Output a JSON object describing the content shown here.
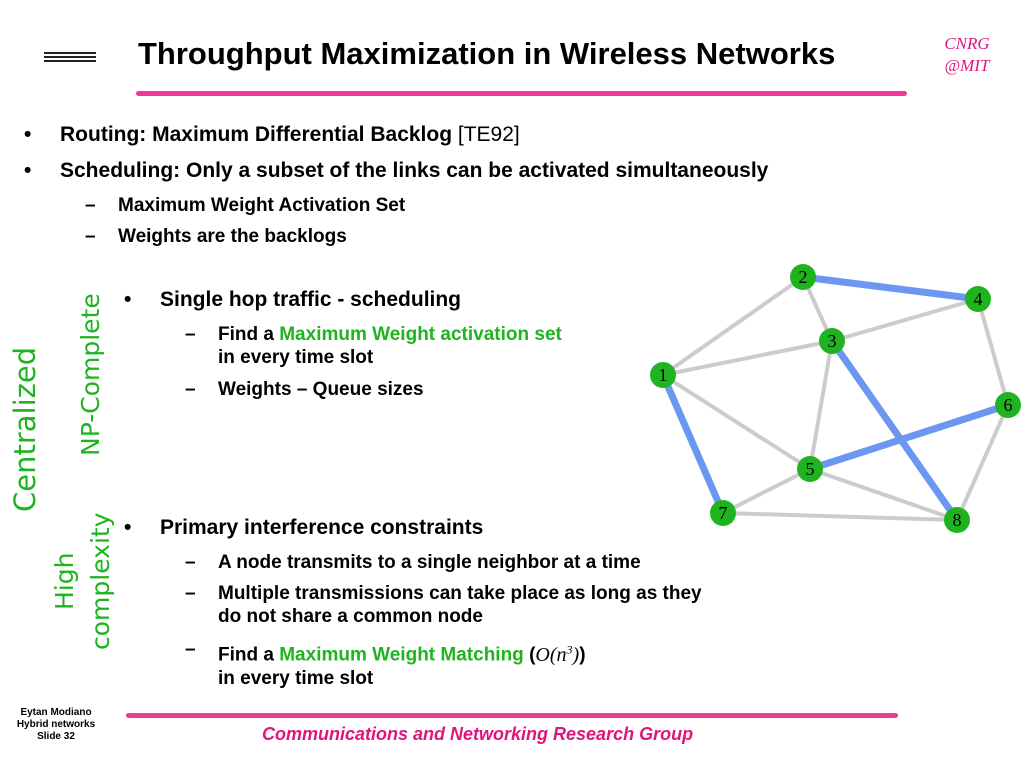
{
  "header": {
    "title": "Throughput Maximization in Wireless Networks",
    "org_line1": "CNRG",
    "org_line2": "@MIT"
  },
  "top_bullets": {
    "routing_label": "Routing:  Maximum Differential Backlog",
    "routing_ref": "[TE92]",
    "scheduling": "Scheduling: Only a subset of the links can be activated simultaneously",
    "sub1": "Maximum Weight Activation Set",
    "sub2": "Weights are the backlogs"
  },
  "side_labels": {
    "centralized": "Centralized",
    "np_complete": "NP-Complete",
    "high": "High",
    "complexity": "complexity"
  },
  "section1": {
    "heading": "Single hop traffic - scheduling",
    "find_prefix": "Find a",
    "find_green": "Maximum Weight activation set",
    "find_suffix": "in every time slot",
    "weights": "Weights – Queue sizes"
  },
  "section2": {
    "heading": "Primary interference constraints",
    "item1": "A node transmits to a single neighbor at a time",
    "item2_line1": "Multiple transmissions can take place as long as they",
    "item2_line2": "do not share a common node",
    "find_prefix": "Find a",
    "find_green": "Maximum Weight Matching",
    "complexity_O": "O",
    "complexity_n": "n",
    "complexity_exp": "3",
    "find_suffix": "in every time slot"
  },
  "graph": {
    "nodes": [
      "1",
      "2",
      "3",
      "4",
      "5",
      "6",
      "7",
      "8"
    ],
    "active_edges": [
      [
        "2",
        "4"
      ],
      [
        "1",
        "7"
      ],
      [
        "3",
        "8"
      ],
      [
        "5",
        "6"
      ]
    ],
    "inactive_edges": [
      [
        "1",
        "2"
      ],
      [
        "1",
        "3"
      ],
      [
        "1",
        "5"
      ],
      [
        "2",
        "3"
      ],
      [
        "3",
        "4"
      ],
      [
        "4",
        "6"
      ],
      [
        "3",
        "5"
      ],
      [
        "5",
        "8"
      ],
      [
        "7",
        "8"
      ],
      [
        "6",
        "8"
      ],
      [
        "5",
        "7"
      ]
    ],
    "colors": {
      "node_fill": "#1fb41f",
      "active_edge": "#6b97f0",
      "inactive_edge": "#cccccc"
    }
  },
  "footer": {
    "author": "Eytan Modiano",
    "course": "Hybrid networks",
    "slide": "Slide 32",
    "group": "Communications and Networking Research Group"
  }
}
